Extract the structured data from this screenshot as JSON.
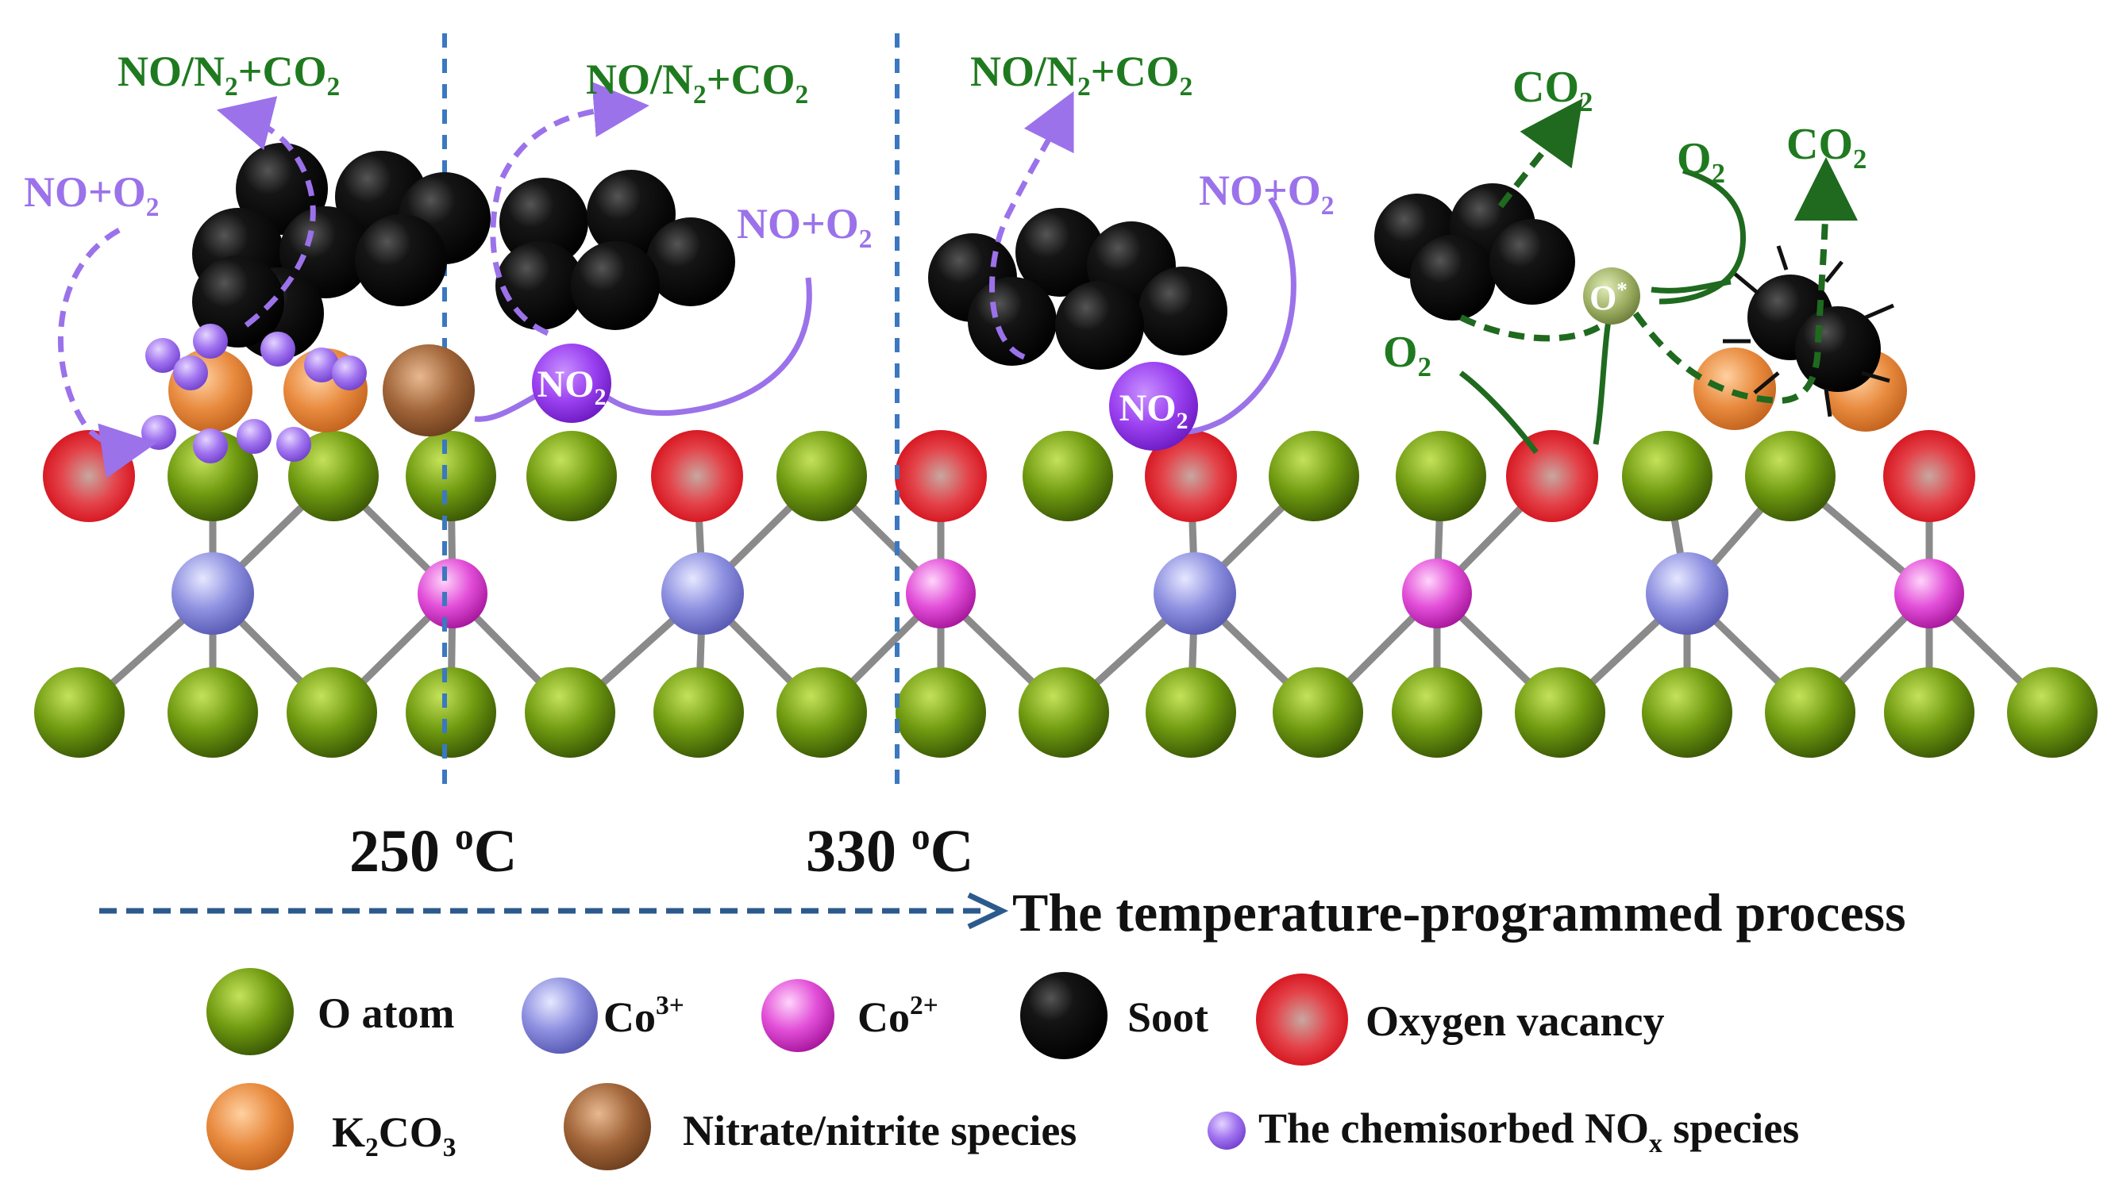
{
  "colors": {
    "o_atom": "#6f9a10",
    "co3": "#8d8fe0",
    "co2": "#e24ed8",
    "soot": "#0c0c0c",
    "vacancy": "#e8222a",
    "k2co3": "#e88a3e",
    "nitrate": "#a06438",
    "nox": "#9b72ea",
    "purple_text": "#9b72ea",
    "green_text": "#1f7a1f",
    "divider": "#3b78c0",
    "axis_arrow": "#2c5a8c",
    "o_star": "#9cae62"
  },
  "temperatures": {
    "t1": "250 ",
    "t1_sup": "o",
    "t1_unit": "C",
    "t2": "330 ",
    "t2_sup": "o",
    "t2_unit": "C"
  },
  "process_label": "The temperature-programmed process",
  "reactions": {
    "p1_out": {
      "a": "NO/N",
      "sub": "2",
      "b": "+CO",
      "sub2": "2"
    },
    "p1_in": {
      "a": "NO+O",
      "sub": "2"
    },
    "p2_out": {
      "a": "NO/N",
      "sub": "2",
      "b": "+CO",
      "sub2": "2"
    },
    "p2_in": {
      "a": "NO+O",
      "sub": "2"
    },
    "p3_out": {
      "a": "NO/N",
      "sub": "2",
      "b": "+CO",
      "sub2": "2"
    },
    "p3_in": {
      "a": "NO+O",
      "sub": "2"
    },
    "co2_a": {
      "a": "CO",
      "sub": "2"
    },
    "co2_b": {
      "a": "CO",
      "sub": "2"
    },
    "o2_a": {
      "a": "O",
      "sub": "2"
    },
    "o2_b": {
      "a": "O",
      "sub": "2"
    },
    "no2_a": {
      "a": "NO",
      "sub": "2"
    },
    "no2_b": {
      "a": "NO",
      "sub": "2"
    },
    "o_star": {
      "a": "O",
      "sup": "*"
    }
  },
  "legend": {
    "o_atom": "O atom",
    "co3": {
      "a": "Co",
      "sup": "3+"
    },
    "co2": {
      "a": "Co",
      "sup": "2+"
    },
    "soot": "Soot",
    "vacancy": "Oxygen vacancy",
    "k2co3": {
      "a": "K",
      "sub": "2",
      "b": "CO",
      "sub2": "3"
    },
    "nitrate": "Nitrate/nitrite species",
    "nox": {
      "a": "The chemisorbed NO",
      "sub": "x",
      "b": " species"
    }
  }
}
